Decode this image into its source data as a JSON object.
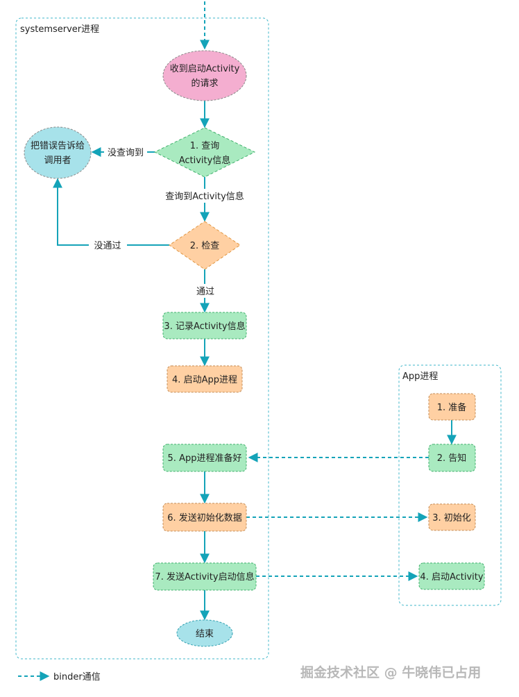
{
  "groups": {
    "systemserver": "systemserver进程",
    "app": "App进程"
  },
  "nodes": {
    "receive_line1": "收到启动Activity",
    "receive_line2": "的请求",
    "error_line1": "把错误告诉给",
    "error_line2": "调用者",
    "query_line1": "1. 查询",
    "query_line2": "Activity信息",
    "check": "2. 检查",
    "record": "3. 记录Activity信息",
    "start_app": "4. 启动App进程",
    "app_ready": "5. App进程准备好",
    "send_init": "6. 发送初始化数据",
    "send_start": "7. 发送Activity启动信息",
    "end": "结束",
    "app_prepare": "1. 准备",
    "app_notify": "2. 告知",
    "app_init": "3. 初始化",
    "app_start_activity": "4. 启动Activity"
  },
  "edges": {
    "not_found": "没查询到",
    "found": "查询到Activity信息",
    "not_passed": "没通过",
    "passed": "通过"
  },
  "legend": {
    "binder": "binder通信"
  },
  "watermark": "掘金技术社区 @ 牛晓伟已占用",
  "colors": {
    "edge": "#14a3b8",
    "pink": "#f4aed0",
    "blue": "#a7e2ea",
    "green": "#a9eac0",
    "orange": "#ffd0a3",
    "group_border": "#3db6c9"
  }
}
